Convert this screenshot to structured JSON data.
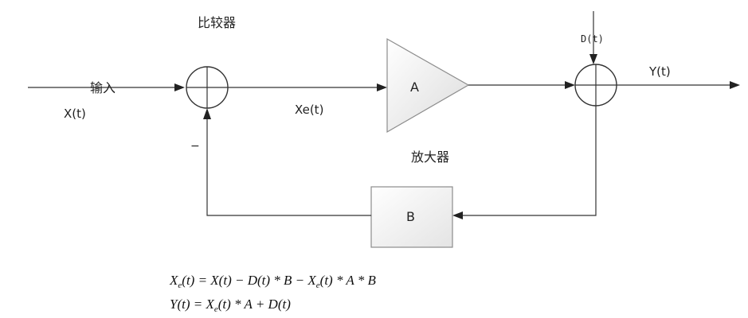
{
  "labels": {
    "comparator": "比较器",
    "input": "输入",
    "input_signal": "X(t)",
    "error_signal": "Xe(t)",
    "amplifier_gain": "A",
    "amplifier": "放大器",
    "disturbance": "D(t)",
    "output": "Y(t)",
    "feedback_gain": "B",
    "minus_sign": "−"
  },
  "equations": {
    "eq1": {
      "lhs_main": "X",
      "lhs_sub": "e",
      "lhs_arg": "(t)",
      "rhs_part1": " = X(t) − D(t) * B − X",
      "rhs_sub": "e",
      "rhs_part2": "(t) * A * B"
    },
    "eq2": {
      "lhs": "Y(t) = X",
      "sub": "e",
      "rhs": "(t) * A + D(t)"
    }
  },
  "colors": {
    "line": "#333333",
    "block_fill_top": "#ffffff",
    "block_fill_bottom": "#e6e6e6",
    "block_stroke": "#8c8c8c"
  }
}
